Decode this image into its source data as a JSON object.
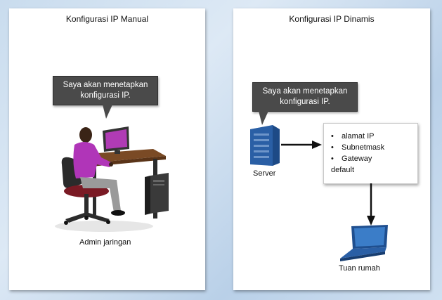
{
  "manual": {
    "title": "Konfigurasi IP Manual",
    "bubble_line1": "Saya akan menetapkan",
    "bubble_line2": "konfigurasi IP.",
    "caption": "Admin jaringan"
  },
  "dynamic": {
    "title": "Konfigurasi IP Dinamis",
    "bubble_line1": "Saya akan menetapkan",
    "bubble_line2": "konfigurasi IP.",
    "server_label": "Server",
    "config_items": [
      "alamat IP",
      "Subnetmask",
      "Gateway"
    ],
    "config_wrap": "default",
    "host_label": "Tuan rumah"
  },
  "colors": {
    "bubble": "#4a4a4a",
    "shirt": "#b035b8",
    "server": "#2a5fa5",
    "laptop": "#2f6fb5"
  }
}
